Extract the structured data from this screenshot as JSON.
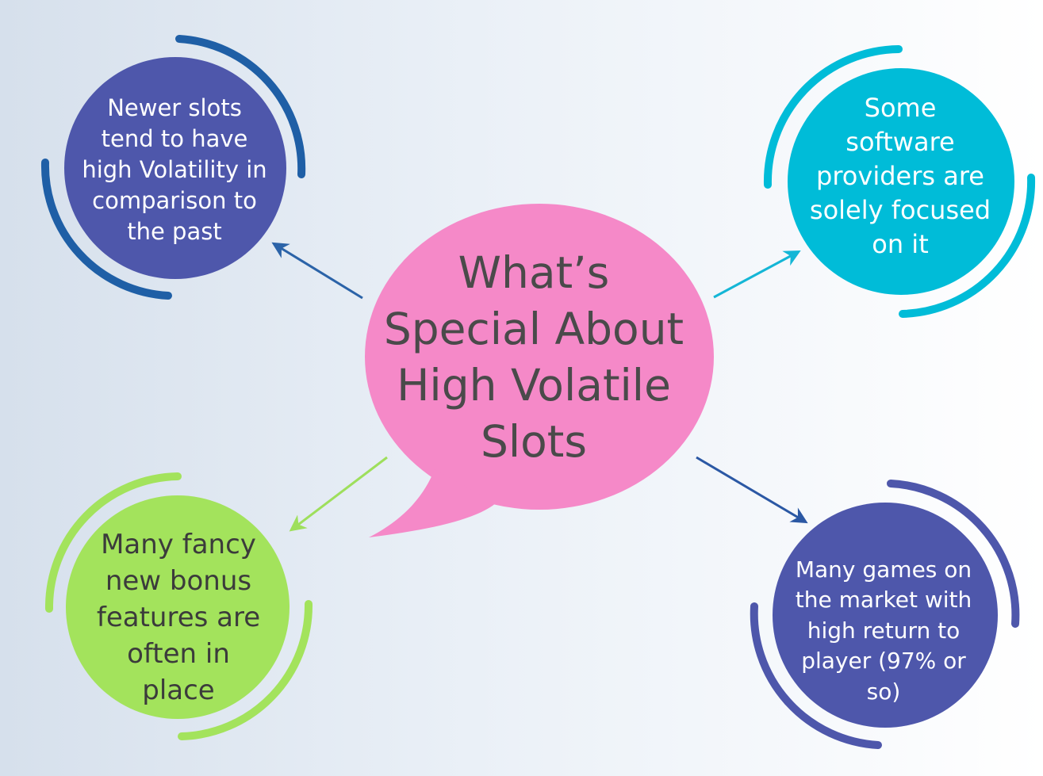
{
  "diagram": {
    "center": {
      "text": "What’s\nSpecial About\nHigh Volatile\nSlots",
      "color": "#f589c8"
    },
    "nodes": [
      {
        "id": "top-left",
        "text": "Newer slots\ntend to have\nhigh Volatility in\ncomparison to\nthe past",
        "fill": "#4e57ab",
        "ring": "#1f5fa6",
        "arrow": "#2b63a8"
      },
      {
        "id": "top-right",
        "text": "Some\nsoftware\nproviders are\nsolely focused\non it",
        "fill": "#00bcd8",
        "ring": "#00bcd8",
        "arrow": "#14b6d6"
      },
      {
        "id": "bottom-left",
        "text": "Many fancy\nnew bonus\nfeatures are\noften in\nplace",
        "fill": "#a3e35c",
        "ring": "#a3e35c",
        "arrow": "#9edf5c"
      },
      {
        "id": "bottom-right",
        "text": "Many games on\nthe market with\nhigh return to\nplayer (97% or\nso)",
        "fill": "#4e57ab",
        "ring": "#4e57ab",
        "arrow": "#2b58a4"
      }
    ]
  }
}
